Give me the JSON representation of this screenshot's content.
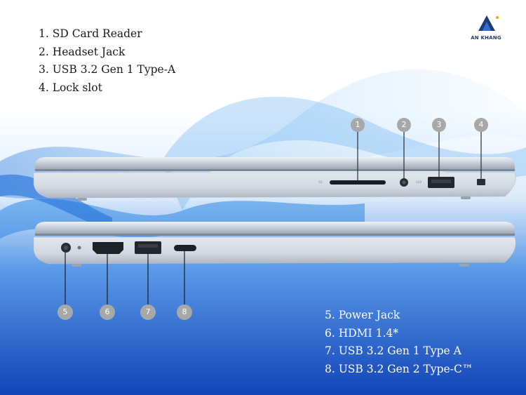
{
  "brand": {
    "logo_text": "AN KHANG",
    "logo_subtext": ""
  },
  "colors": {
    "accent": "#1f5fc9",
    "badge": "#a8a8a8",
    "laptop": "#c9d0da"
  },
  "top_list": [
    {
      "label": "1. SD Card Reader"
    },
    {
      "label": "2. Headset Jack"
    },
    {
      "label": "3. USB 3.2 Gen 1 Type-A"
    },
    {
      "label": "4. Lock slot"
    }
  ],
  "bottom_list": [
    {
      "label": "5. Power Jack"
    },
    {
      "label": "6. HDMI 1.4*"
    },
    {
      "label": "7. USB 3.2 Gen 1 Type A"
    },
    {
      "label": "8. USB 3.2 Gen 2 Type-C™"
    }
  ],
  "callouts": [
    {
      "number": "1"
    },
    {
      "number": "2"
    },
    {
      "number": "3"
    },
    {
      "number": "4"
    },
    {
      "number": "5"
    },
    {
      "number": "6"
    },
    {
      "number": "7"
    },
    {
      "number": "8"
    }
  ],
  "port_labels": {
    "sd": "SD",
    "usb": "USB"
  }
}
